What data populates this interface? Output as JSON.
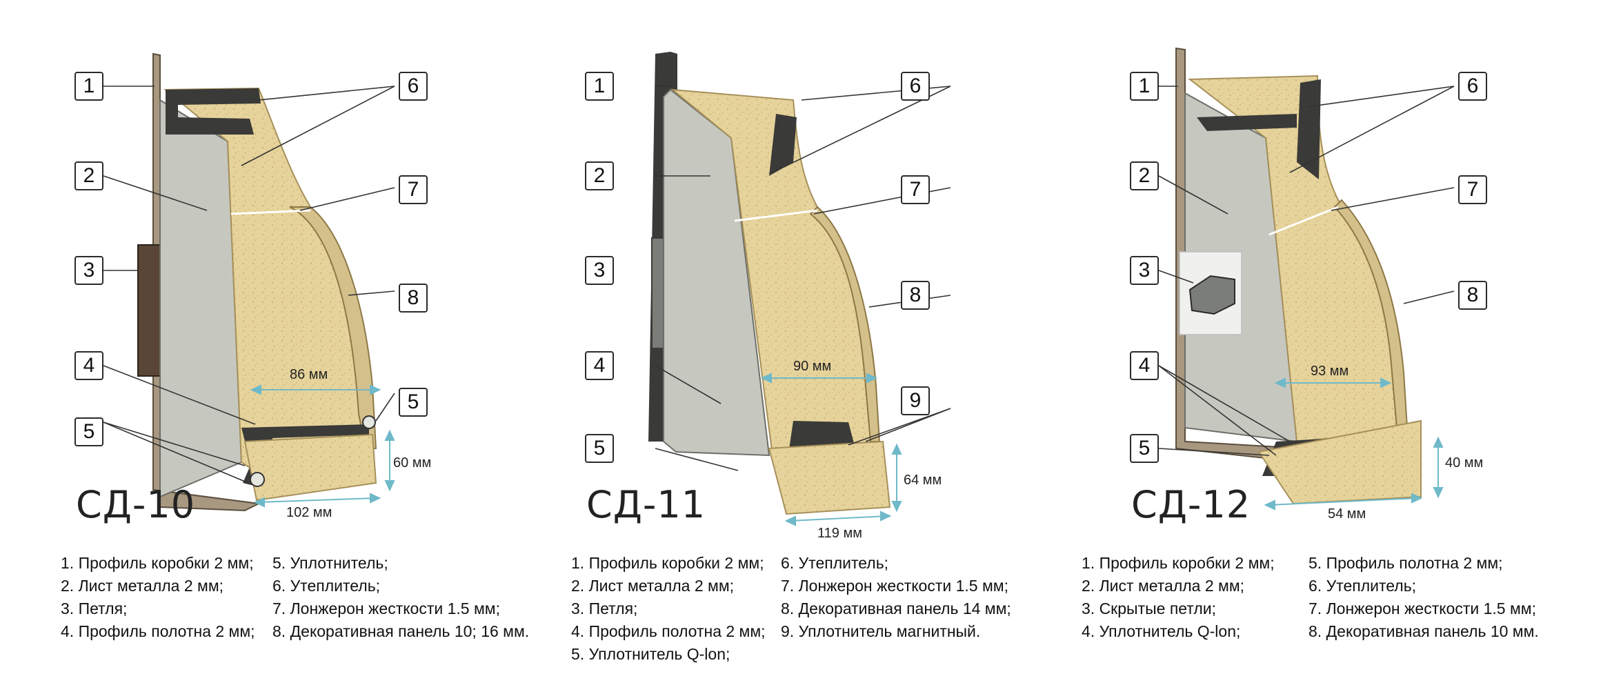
{
  "colors": {
    "insulation": "#e6d39b",
    "insulation_dark": "#cbb173",
    "frame_metal": "#a89880",
    "steel": "#3a3a38",
    "door_sheet": "#c6c8c0",
    "trim": "#d4c08a"
  },
  "panels": [
    {
      "model": "СД-10",
      "callouts": [
        "1",
        "2",
        "3",
        "4",
        "5",
        "5",
        "6",
        "7",
        "8"
      ],
      "dims": {
        "width_inner": "86 мм",
        "depth": "60 мм",
        "width_outer": "102 мм"
      },
      "legend_left": [
        "1. Профиль коробки 2 мм;",
        "2. Лист металла 2 мм;",
        "3. Петля;",
        "4. Профиль полотна 2 мм;"
      ],
      "legend_right": [
        "5. Уплотнитель;",
        "6. Утеплитель;",
        "7. Лонжерон жесткости 1.5 мм;",
        "8. Декоративная панель 10; 16 мм."
      ]
    },
    {
      "model": "СД-11",
      "callouts": [
        "1",
        "2",
        "3",
        "4",
        "5",
        "6",
        "7",
        "8",
        "9"
      ],
      "dims": {
        "width_inner": "90 мм",
        "depth": "64 мм",
        "width_outer": "119 мм"
      },
      "legend_left": [
        "1. Профиль коробки 2 мм;",
        "2. Лист металла 2 мм;",
        "3. Петля;",
        "4. Профиль полотна 2 мм;",
        "5. Уплотнитель Q-lon;"
      ],
      "legend_right": [
        "6. Утеплитель;",
        "7. Лонжерон жесткости 1.5 мм;",
        "8. Декоративная панель 14 мм;",
        "9. Уплотнитель магнитный."
      ]
    },
    {
      "model": "СД-12",
      "callouts": [
        "1",
        "2",
        "3",
        "4",
        "5",
        "6",
        "7",
        "8"
      ],
      "dims": {
        "width_inner": "93 мм",
        "depth": "40 мм",
        "width_outer": "54 мм"
      },
      "legend_left": [
        "1. Профиль коробки 2 мм;",
        "2. Лист металла 2 мм;",
        "3. Скрытые петли;",
        "4. Уплотнитель Q-lon;"
      ],
      "legend_right": [
        "5. Профиль полотна 2 мм;",
        "6. Утеплитель;",
        "7. Лонжерон жесткости 1.5 мм;",
        "8. Декоративная панель 10 мм."
      ]
    }
  ]
}
